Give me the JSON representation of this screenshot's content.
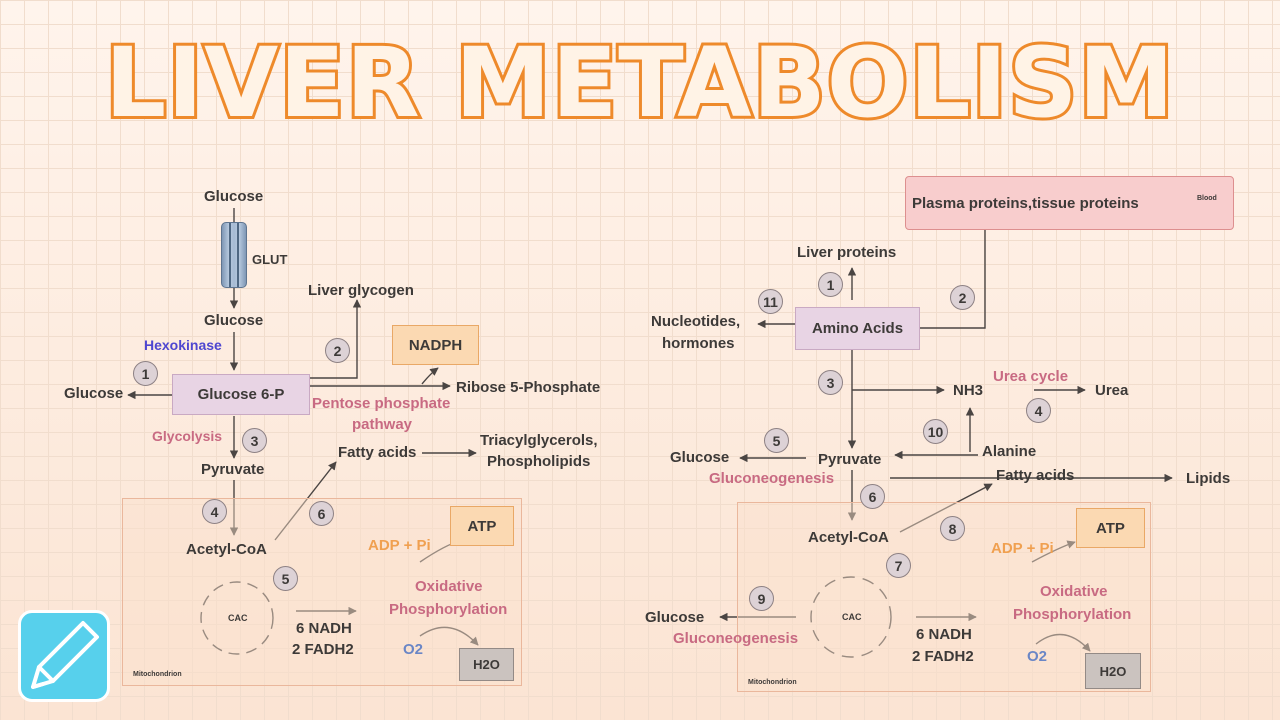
{
  "title": "LIVER METABOLISM",
  "colors": {
    "title_stroke": "#ee8a2b",
    "title_fill": "#fff3e6",
    "pink_label": "#c86a82",
    "orange_label": "#f0a050",
    "enzyme_blue": "#4e46d0"
  },
  "left": {
    "glucose_top": "Glucose",
    "glut": "GLUT",
    "glucose_mid": "Glucose",
    "hexokinase": "Hexokinase",
    "glucose_out": "Glucose",
    "g6p": "Glucose 6-P",
    "liver_glycogen": "Liver glycogen",
    "nadph": "NADPH",
    "ribose": "Ribose 5-Phosphate",
    "ppp_line1": "Pentose phosphate",
    "ppp_line2": "pathway",
    "glycolysis": "Glycolysis",
    "pyruvate": "Pyruvate",
    "fatty_acids": "Fatty acids",
    "tag_line1": "Triacylglycerols,",
    "tag_line2": "Phospholipids",
    "acetyl_coa": "Acetyl-CoA",
    "adp_pi": "ADP + Pi",
    "atp": "ATP",
    "ox_line1": "Oxidative",
    "ox_line2": "Phosphorylation",
    "cac": "CAC",
    "nadh": "6 NADH",
    "fadh": "2 FADH2",
    "o2": "O2",
    "h2o": "H2O",
    "mito": "Mitochondrion",
    "steps": [
      "1",
      "2",
      "3",
      "4",
      "5",
      "6"
    ]
  },
  "right": {
    "plasma": "Plasma proteins,tissue proteins",
    "blood": "Blood",
    "liver_proteins": "Liver proteins",
    "amino_acids": "Amino Acids",
    "nucleotides_line1": "Nucleotides,",
    "nucleotides_line2": "hormones",
    "nh3": "NH3",
    "urea_cycle": "Urea cycle",
    "urea": "Urea",
    "alanine": "Alanine",
    "glucose": "Glucose",
    "pyruvate": "Pyruvate",
    "gluconeogenesis": "Gluconeogenesis",
    "fatty_acids": "Fatty acids",
    "lipids": "Lipids",
    "acetyl_coa": "Acetyl-CoA",
    "adp_pi": "ADP + Pi",
    "atp": "ATP",
    "ox_line1": "Oxidative",
    "ox_line2": "Phosphorylation",
    "glucose_lower": "Glucose",
    "gluconeogenesis_lower": "Gluconeogenesis",
    "cac": "CAC",
    "nadh": "6 NADH",
    "fadh": "2 FADH2",
    "o2": "O2",
    "h2o": "H2O",
    "mito": "Mitochondrion",
    "steps": [
      "1",
      "2",
      "3",
      "4",
      "5",
      "6",
      "7",
      "8",
      "9",
      "10",
      "11"
    ]
  }
}
